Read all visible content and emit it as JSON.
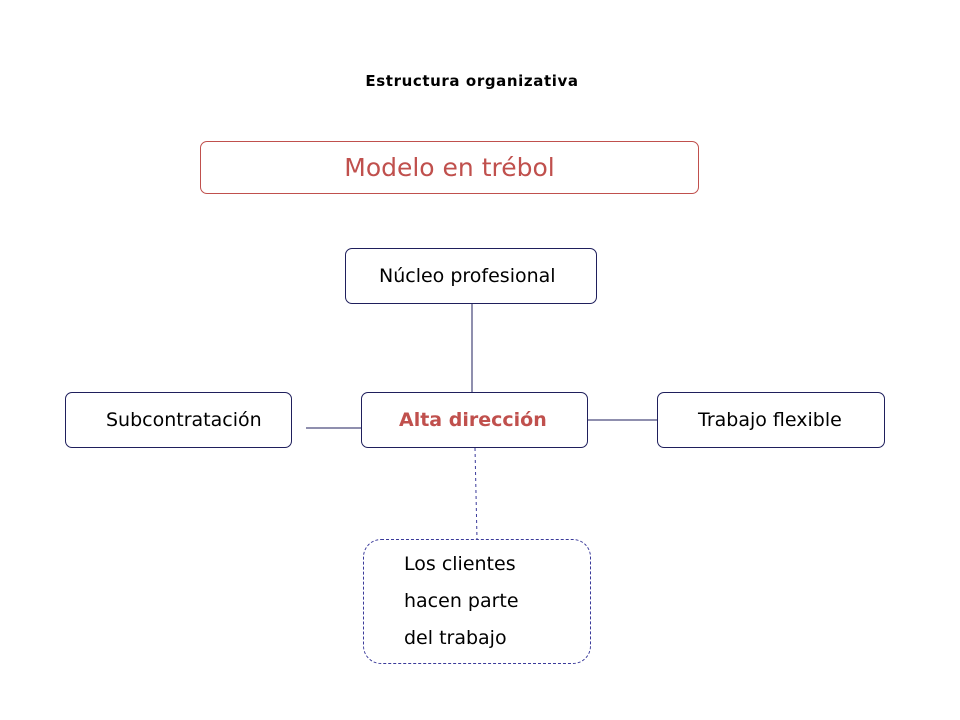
{
  "title": "Estructura organizativa",
  "model": {
    "label": "Modelo en trébol"
  },
  "nodes": {
    "core": "Núcleo profesional",
    "outsourcing": "Subcontratación",
    "management": "Alta dirección",
    "flexible": "Trabajo flexible",
    "clients": {
      "lines": [
        "Los clientes",
        "hacen parte",
        "del trabajo"
      ]
    }
  },
  "colors": {
    "accent": "#c0504d",
    "border": "#1f1f5c",
    "dashed": "#3a3a9a",
    "text": "#000000"
  }
}
